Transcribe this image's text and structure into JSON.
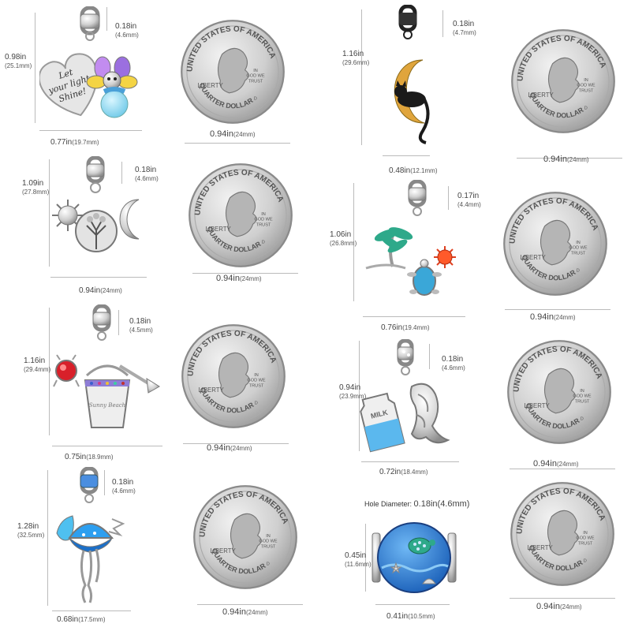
{
  "coin": {
    "top_text": "UNITED STATES OF AMERICA",
    "bottom_text": "QUARTER DOLLAR",
    "liberty": "LIBERTY",
    "motto_1": "IN",
    "motto_2": "GOD WE",
    "motto_3": "TRUST",
    "mint": "D"
  },
  "colors": {
    "silver": "#c9c9c9",
    "coin_face": "#d8d8d8",
    "coin_rim": "#8a8a8a",
    "guide": "#bbbbbb",
    "blue_enamel": "#2f8fe0",
    "red_stone": "#d8202a",
    "gold": "#d9a441"
  },
  "panels": [
    {
      "charm": "heart-tag-bee-charm",
      "engraving": [
        "Let",
        "your light",
        "Shine!"
      ],
      "height_in": "0.98in",
      "height_mm": "(25.1mm)",
      "hole_in": "0.18in",
      "hole_mm": "(4.6mm)",
      "width_in": "0.77in",
      "width_mm": "(19.7mm)",
      "coin_in": "0.94in",
      "coin_mm": "(24mm)"
    },
    {
      "charm": "cat-on-moon-charm",
      "height_in": "1.16in",
      "height_mm": "(29.6mm)",
      "hole_in": "0.18in",
      "hole_mm": "(4.7mm)",
      "width_in": "0.48in",
      "width_mm": "(12.1mm)",
      "coin_in": "0.94in",
      "coin_mm": "(24mm)"
    },
    {
      "charm": "sun-tree-moon-charm",
      "height_in": "1.09in",
      "height_mm": "(27.8mm)",
      "hole_in": "0.18in",
      "hole_mm": "(4.6mm)",
      "width_in": "0.94in",
      "width_mm": "(24mm)",
      "coin_in": "0.94in",
      "coin_mm": "(24mm)"
    },
    {
      "charm": "palm-turtle-sun-charm",
      "height_in": "1.06in",
      "height_mm": "(26.8mm)",
      "hole_in": "0.17in",
      "hole_mm": "(4.4mm)",
      "width_in": "0.76in",
      "width_mm": "(19.4mm)",
      "coin_in": "0.94in",
      "coin_mm": "(24mm)"
    },
    {
      "charm": "crab-bucket-shovel-charm",
      "bucket_text": "Sunny Beach",
      "height_in": "1.16in",
      "height_mm": "(29.4mm)",
      "hole_in": "0.18in",
      "hole_mm": "(4.5mm)",
      "width_in": "0.75in",
      "width_mm": "(18.9mm)",
      "coin_in": "0.94in",
      "coin_mm": "(24mm)"
    },
    {
      "charm": "milk-croissant-charm",
      "milk_text": "MILK",
      "height_in": "0.94in",
      "height_mm": "(23.9mm)",
      "hole_in": "0.18in",
      "hole_mm": "(4.6mm)",
      "width_in": "0.72in",
      "width_mm": "(18.4mm)",
      "coin_in": "0.94in",
      "coin_mm": "(24mm)"
    },
    {
      "charm": "jellyfish-shell-charm",
      "height_in": "1.28in",
      "height_mm": "(32.5mm)",
      "hole_in": "0.18in",
      "hole_mm": "(4.6mm)",
      "width_in": "0.68in",
      "width_mm": "(17.5mm)",
      "coin_in": "0.94in",
      "coin_mm": "(24mm)"
    },
    {
      "charm": "ocean-turtle-bead-charm",
      "hole_label": "Hole Diameter:",
      "hole_in": "0.18in",
      "hole_mm": "(4.6mm)",
      "height_in": "0.45in",
      "height_mm": "(11.6mm)",
      "width_in": "0.41in",
      "width_mm": "(10.5mm)",
      "coin_in": "0.94in",
      "coin_mm": "(24mm)"
    }
  ]
}
